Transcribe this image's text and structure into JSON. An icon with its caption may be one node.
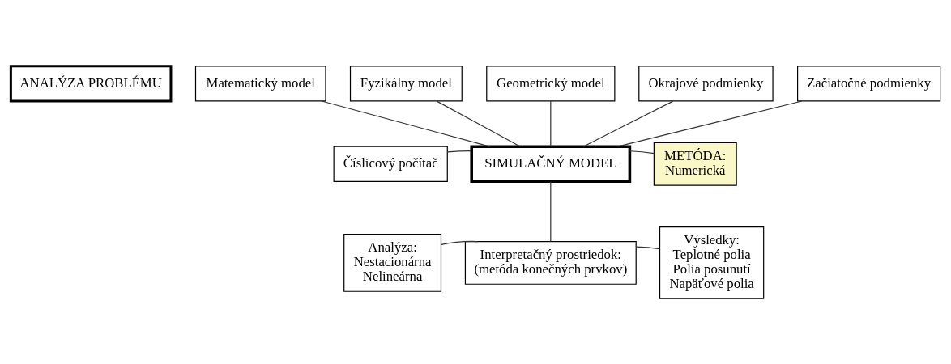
{
  "diagram": {
    "nodes": [
      {
        "text": [
          "ANALÝZA PROBLÉMU"
        ]
      },
      {
        "text": [
          "Matematický model"
        ]
      },
      {
        "text": [
          "Fyzikálny model"
        ]
      },
      {
        "text": [
          "Geometrický model"
        ]
      },
      {
        "text": [
          "Okrajové podmienky"
        ]
      },
      {
        "text": [
          "Začiatočné podmienky"
        ]
      },
      {
        "text": [
          "Číslicový počítač"
        ]
      },
      {
        "text": [
          "SIMULAČNÝ MODEL"
        ]
      },
      {
        "text": [
          "METÓDA:",
          "Numerická"
        ]
      },
      {
        "text": [
          "Analýza:",
          "Nestacionárna",
          "Nelineárna"
        ]
      },
      {
        "text": [
          "Interpretačný prostriedok:",
          "(metóda konečných prvkov)"
        ]
      },
      {
        "text": [
          "Výsledky:",
          "Teplotné polia",
          "Polia posunutí",
          "Napäťové polia"
        ]
      }
    ],
    "edges": [
      {
        "from": 1,
        "to": 7,
        "arrow": "none"
      },
      {
        "from": 2,
        "to": 7,
        "arrow": "none"
      },
      {
        "from": 3,
        "to": 7,
        "arrow": "none"
      },
      {
        "from": 4,
        "to": 7,
        "arrow": "none"
      },
      {
        "from": 5,
        "to": 7,
        "arrow": "none"
      },
      {
        "from": 6,
        "to": 7,
        "arrow": "none"
      },
      {
        "from": 7,
        "to": 8,
        "arrow": "none"
      },
      {
        "from": 7,
        "to": 10,
        "arrow": "none"
      },
      {
        "from": 9,
        "to": 10,
        "arrow": "none"
      },
      {
        "from": 10,
        "to": 11,
        "arrow": "none"
      }
    ]
  }
}
